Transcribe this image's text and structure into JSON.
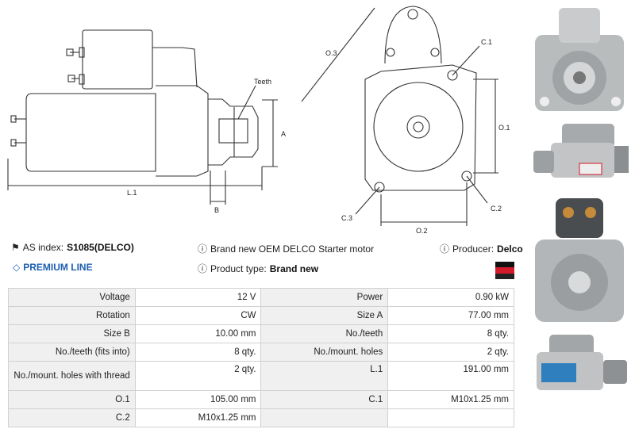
{
  "drawing": {
    "labels": {
      "teeth": "Teeth",
      "a": "A",
      "b": "B",
      "l1": "L.1",
      "o3": "O.3",
      "c1": "C.1",
      "o1": "O.1",
      "c3": "C.3",
      "c2": "C.2",
      "o2": "O.2"
    }
  },
  "info": {
    "as_index_label": "AS index:",
    "as_index_value": "S1085(DELCO)",
    "premium": "PREMIUM LINE",
    "description": "Brand new OEM DELCO Starter motor",
    "product_type_label": "Product type:",
    "product_type_value": "Brand new",
    "producer_label": "Producer:",
    "producer_value": "Delco"
  },
  "specs": [
    [
      {
        "label": "Voltage",
        "value": "12 V"
      },
      {
        "label": "Power",
        "value": "0.90 kW"
      }
    ],
    [
      {
        "label": "Rotation",
        "value": "CW"
      },
      {
        "label": "Size A",
        "value": "77.00 mm"
      }
    ],
    [
      {
        "label": "Size B",
        "value": "10.00 mm"
      },
      {
        "label": "No./teeth",
        "value": "8 qty."
      }
    ],
    [
      {
        "label": "No./teeth (fits into)",
        "value": "8 qty."
      },
      {
        "label": "No./mount. holes",
        "value": "2 qty."
      }
    ],
    [
      {
        "label": "No./mount. holes with thread",
        "value": "2 qty."
      },
      {
        "label": "L.1",
        "value": "191.00 mm"
      }
    ],
    [
      {
        "label": "O.1",
        "value": "105.00 mm"
      },
      {
        "label": "C.1",
        "value": "M10x1.25 mm"
      }
    ],
    [
      {
        "label": "C.2",
        "value": "M10x1.25 mm"
      },
      {
        "label": "",
        "value": ""
      }
    ]
  ],
  "colors": {
    "premium_blue": "#1d5fb0",
    "flag_black": "#111111",
    "flag_red": "#d21a2a",
    "label_bg": "#f0f0f0"
  }
}
